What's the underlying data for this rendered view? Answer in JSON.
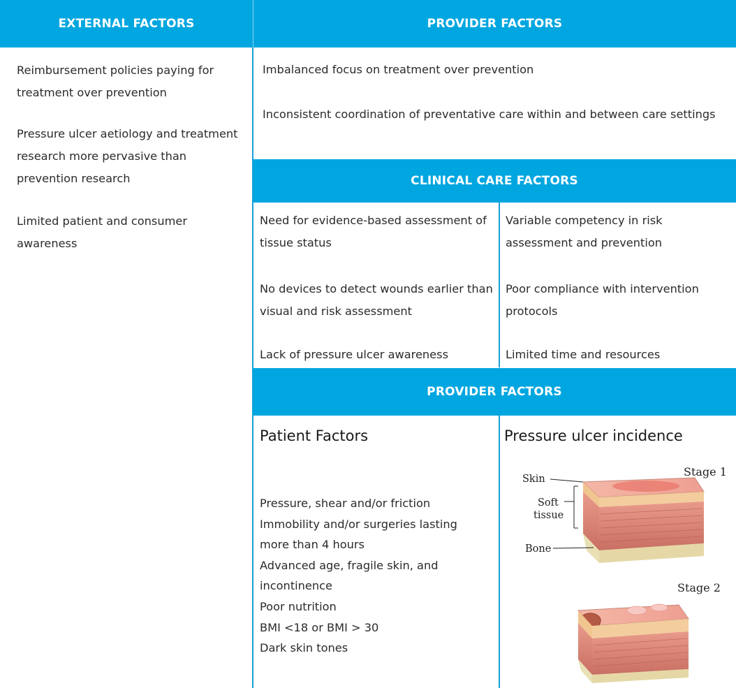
{
  "external": {
    "header": "EXTERNAL FACTORS",
    "items": [
      "Reimbursement policies paying for treatment over prevention",
      "Pressure ulcer aetiology and treatment research more pervasive than prevention research",
      "Limited patient and consumer awareness"
    ]
  },
  "provider": {
    "header": "PROVIDER FACTORS",
    "items": [
      "Imbalanced focus on treatment over prevention",
      "Inconsistent coordination of preventative care within and between care settings"
    ]
  },
  "clinical": {
    "header": "CLINICAL CARE FACTORS",
    "left": [
      "Need for evidence-based assessment of tissue status",
      "No devices to detect wounds earlier than visual and risk assessment",
      "Lack of pressure ulcer awareness"
    ],
    "right": [
      "Variable competency in risk assessment and prevention",
      "Poor compliance with intervention protocols",
      "Limited time and resources"
    ]
  },
  "provider2": {
    "header": "PROVIDER FACTORS",
    "patient": {
      "title": "Patient Factors",
      "lines": [
        "Pressure, shear and/or friction",
        "Immobility and/or surgeries lasting",
        "more than 4 hours",
        "Advanced age, fragile skin, and",
        "incontinence",
        "Poor nutrition",
        "BMI <18 or BMI > 30",
        "Dark skin tones"
      ]
    },
    "incidence": {
      "title": "Pressure ulcer incidence",
      "figure": {
        "stage1": "Stage 1",
        "stage2": "Stage 2",
        "skin": "Skin",
        "soft": "Soft",
        "tissue": "tissue",
        "bone": "Bone"
      }
    }
  }
}
